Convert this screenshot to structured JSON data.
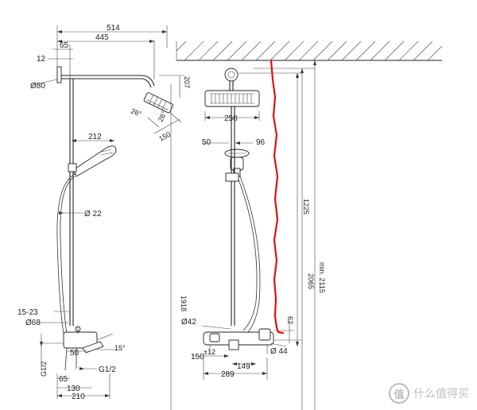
{
  "dims": {
    "d514": "514",
    "d445": "445",
    "d65": "65",
    "d12": "12",
    "d80": "Ø80",
    "d207": "207",
    "d26a": "26°",
    "d26b": "26°",
    "d150": "150",
    "d212": "212",
    "d22": "Ø 22",
    "d1523": "15-23",
    "d68": "Ø68",
    "d50l": "50",
    "d15deg": "15°",
    "dG12a": "G1/2",
    "dG12b": "G1/2",
    "d65b": "65",
    "d130": "130",
    "d210": "210",
    "d1918": "1918",
    "d250": "250",
    "d50r": "50",
    "d96": "96",
    "d1225": "1225",
    "d2065": "2065",
    "dmin2115": "min. 2115",
    "d42": "Ø42",
    "d62": "62",
    "d44": "Ø 44",
    "d150r": "150",
    "d1mm": "±12",
    "d149": "149",
    "d289": "289"
  },
  "watermark": {
    "logo_glyph": "值",
    "text": "什么值得买"
  },
  "colors": {
    "annotation": "#e01010",
    "line": "#333333"
  }
}
